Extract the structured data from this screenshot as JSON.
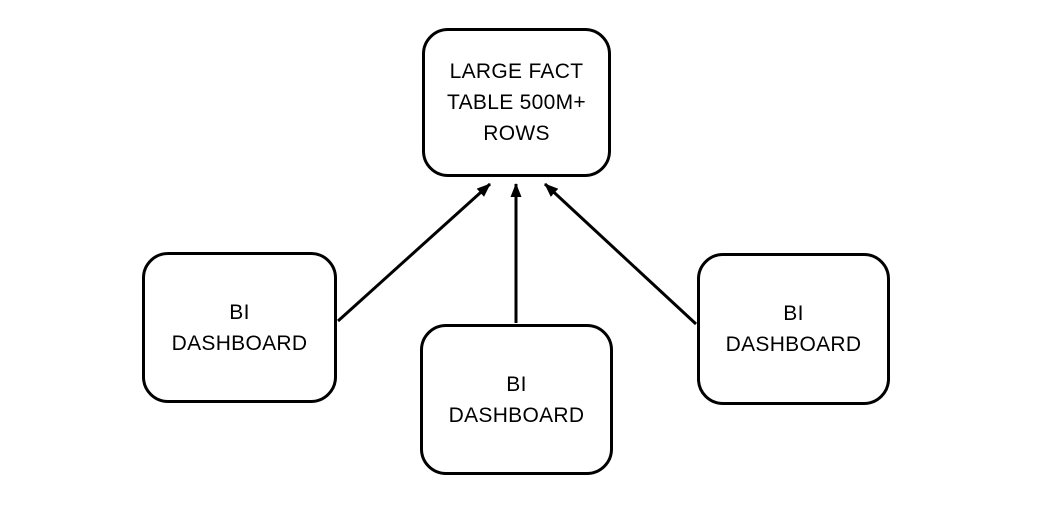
{
  "diagram": {
    "background_color": "#ffffff",
    "node_border_color": "#000000",
    "node_fill_color": "#ffffff",
    "text_color": "#000000",
    "nodes": [
      {
        "id": "fact-table",
        "label": "LARGE FACT\nTABLE 500M+\nROWS"
      },
      {
        "id": "bi-dashboard-left",
        "label": "BI\nDASHBOARD"
      },
      {
        "id": "bi-dashboard-center",
        "label": "BI\nDASHBOARD"
      },
      {
        "id": "bi-dashboard-right",
        "label": "BI\nDASHBOARD"
      }
    ],
    "edges": [
      {
        "from": "bi-dashboard-left",
        "to": "fact-table",
        "style": "solid-arrow"
      },
      {
        "from": "bi-dashboard-center",
        "to": "fact-table",
        "style": "solid-arrow"
      },
      {
        "from": "bi-dashboard-right",
        "to": "fact-table",
        "style": "solid-arrow"
      }
    ]
  }
}
